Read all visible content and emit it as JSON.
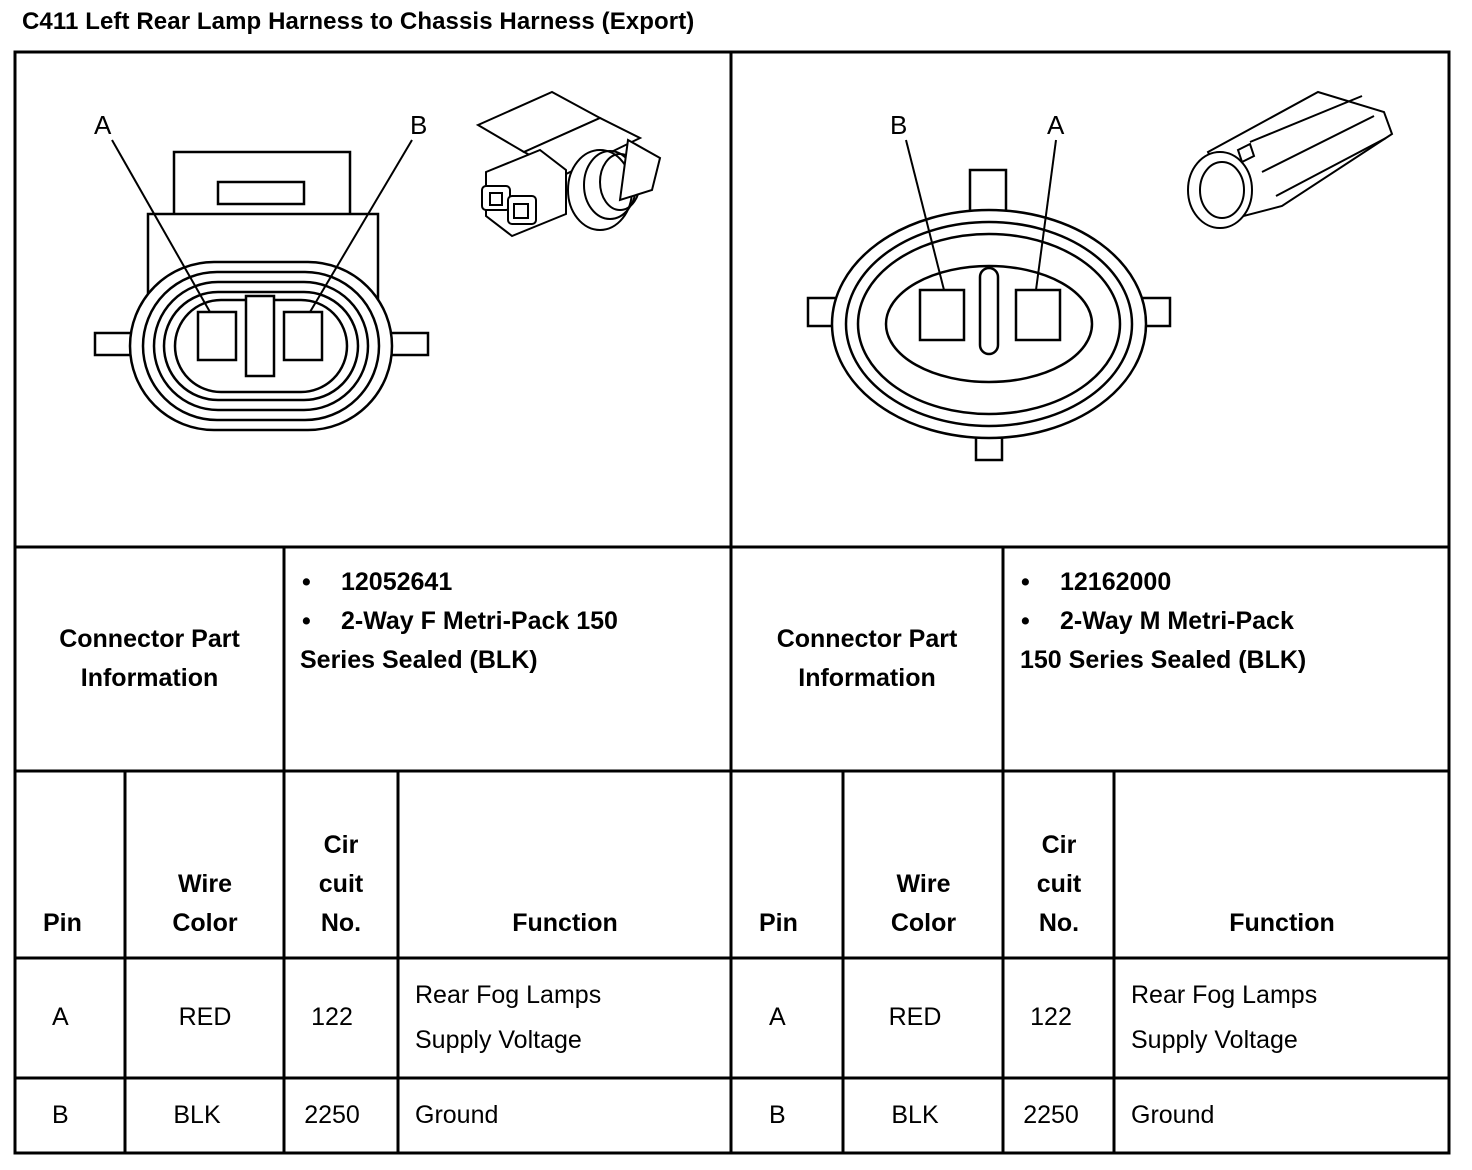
{
  "title": "C411 Left Rear Lamp Harness to Chassis Harness (Export)",
  "left": {
    "pin_label_a": "A",
    "pin_label_b": "B",
    "info_label": "Connector Part Information",
    "bullet": "•",
    "part_number": "12052641",
    "description_line1": "2-Way F Metri-Pack 150",
    "description_line2": "Series Sealed (BLK)",
    "headers": {
      "pin": "Pin",
      "wire_color_1": "Wire",
      "wire_color_2": "Color",
      "circuit_1": "Cir",
      "circuit_2": "cuit",
      "circuit_3": "No.",
      "function": "Function"
    },
    "rows": [
      {
        "pin": "A",
        "color": "RED",
        "circuit": "122",
        "function_1": "Rear Fog Lamps",
        "function_2": "Supply Voltage"
      },
      {
        "pin": "B",
        "color": "BLK",
        "circuit": "2250",
        "function_1": "Ground",
        "function_2": ""
      }
    ]
  },
  "right": {
    "pin_label_a": "A",
    "pin_label_b": "B",
    "info_label": "Connector Part Information",
    "bullet": "•",
    "part_number": "12162000",
    "description_line1": "2-Way M Metri-Pack",
    "description_line2": "150 Series Sealed (BLK)",
    "headers": {
      "pin": "Pin",
      "wire_color_1": "Wire",
      "wire_color_2": "Color",
      "circuit_1": "Cir",
      "circuit_2": "cuit",
      "circuit_3": "No.",
      "function": "Function"
    },
    "rows": [
      {
        "pin": "A",
        "color": "RED",
        "circuit": "122",
        "function_1": "Rear Fog Lamps",
        "function_2": "Supply Voltage"
      },
      {
        "pin": "B",
        "color": "BLK",
        "circuit": "2250",
        "function_1": "Ground",
        "function_2": ""
      }
    ]
  }
}
